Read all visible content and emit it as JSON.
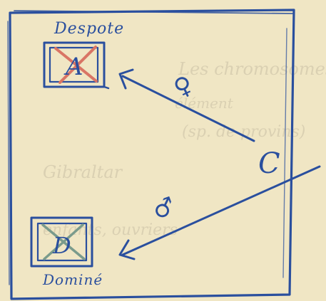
{
  "colors": {
    "paper": "#f0e6c4",
    "ink": "#2a4f9e",
    "red_cross": "#d97565",
    "green_cross": "#7a9b8c"
  },
  "labels": {
    "despote": "Despote",
    "domine": "Dominé",
    "box_a": "A",
    "box_d": "D",
    "point_c": "C"
  },
  "relations": {
    "top_symbol": "♀",
    "bottom_symbol": "♂"
  },
  "bleed_through_text": [
    "Les chromosomes",
    "élément",
    "(sp. de provins)",
    "Gibraltar",
    "enfants, ouvriers"
  ]
}
